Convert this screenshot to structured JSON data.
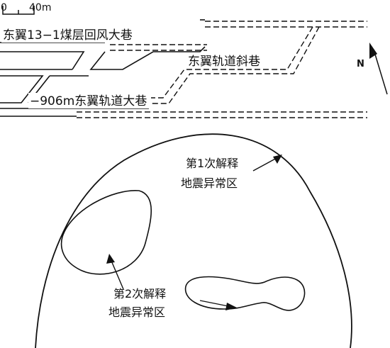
{
  "scale_bar": {
    "zero": "0",
    "distance": "40m"
  },
  "north": {
    "label": "N"
  },
  "tunnels": {
    "return_airway": "东翼13−1煤层回风大巷",
    "track_incline": "东翼轨道斜巷",
    "track_roadway": "−906m东翼轨道大巷"
  },
  "anomalies": {
    "first": {
      "line1": "第1次解释",
      "line2": "地震异常区"
    },
    "second": {
      "line1": "第2次解释",
      "line2": "地震异常区"
    }
  },
  "colors": {
    "ink": "#111111",
    "background": "#ffffff"
  }
}
